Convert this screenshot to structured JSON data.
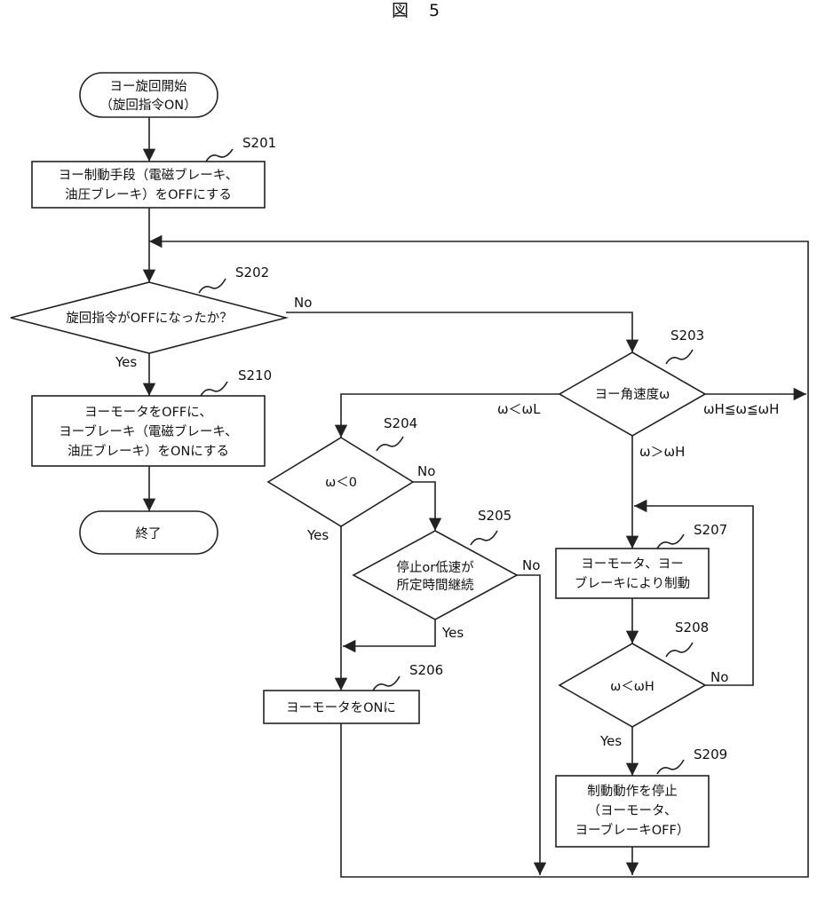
{
  "figure": {
    "title": "図　5"
  },
  "nodes": {
    "start": {
      "line1": "ヨー旋回開始",
      "line2": "（旋回指令ON）"
    },
    "s201": {
      "step": "S201",
      "line1": "ヨー制動手段（電磁ブレーキ、",
      "line2": "油圧ブレーキ）をOFFにする"
    },
    "s202": {
      "step": "S202",
      "text": "旋回指令がOFFになったか？"
    },
    "s210": {
      "step": "S210",
      "line1": "ヨーモータをOFFに、",
      "line2": "ヨーブレーキ（電磁ブレーキ、",
      "line3": "油圧ブレーキ）をONにする"
    },
    "end": {
      "text": "終了"
    },
    "s203": {
      "step": "S203",
      "text": "ヨー角速度ω"
    },
    "s204": {
      "step": "S204",
      "text": "ω＜0"
    },
    "s205": {
      "step": "S205",
      "line1": "停止or低速が",
      "line2": "所定時間継続"
    },
    "s206": {
      "step": "S206",
      "text": "ヨーモータをONに"
    },
    "s207": {
      "step": "S207",
      "line1": "ヨーモータ、ヨー",
      "line2": "ブレーキにより制動"
    },
    "s208": {
      "step": "S208",
      "text": "ω＜ωH"
    },
    "s209": {
      "step": "S209",
      "line1": "制動動作を停止",
      "line2": "（ヨーモータ、",
      "line3": "ヨーブレーキOFF）"
    }
  },
  "edges": {
    "s202_no": "No",
    "s202_yes": "Yes",
    "s203_lt": "ω＜ωL",
    "s203_mid": "ωH≦ω≦ωH",
    "s203_gt": "ω＞ωH",
    "s204_no": "No",
    "s204_yes": "Yes",
    "s205_no": "No",
    "s205_yes": "Yes",
    "s208_no": "No",
    "s208_yes": "Yes"
  }
}
